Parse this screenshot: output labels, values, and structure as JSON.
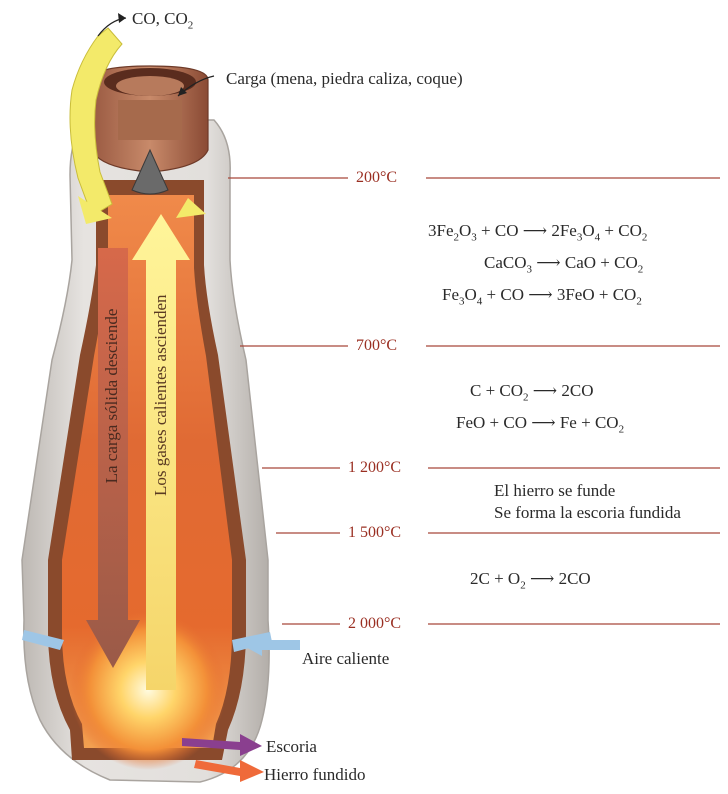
{
  "labels": {
    "gases_out": "CO, CO",
    "gases_out_sub": "2",
    "charge": "Carga (mena, piedra caliza, coque)",
    "hot_air": "Aire caliente",
    "slag": "Escoria",
    "molten_iron": "Hierro fundido",
    "solid_descends": "La carga sólida desciende",
    "gases_ascend": "Los gases calientes ascienden"
  },
  "temperatures": [
    "200°C",
    "700°C",
    "1 200°C",
    "1 500°C",
    "2 000°C"
  ],
  "zones": {
    "zone1": {
      "eq1": {
        "a": "3Fe",
        "a_sub1": "2",
        "a_mid": "O",
        "a_sub2": "3",
        "b": " + CO ⟶ 2Fe",
        "b_sub1": "3",
        "b_mid": "O",
        "b_sub2": "4",
        "c": " + CO",
        "c_sub": "2"
      },
      "eq2": {
        "a": "CaCO",
        "a_sub": "3",
        "b": " ⟶ CaO + CO",
        "b_sub": "2"
      },
      "eq3": {
        "a": "Fe",
        "a_sub1": "3",
        "a_mid": "O",
        "a_sub2": "4",
        "b": " + CO ⟶ 3FeO + CO",
        "b_sub": "2"
      }
    },
    "zone2": {
      "eq1": {
        "a": "C + CO",
        "a_sub": "2",
        "b": " ⟶ 2CO"
      },
      "eq2": {
        "a": "FeO + CO ⟶ Fe + CO",
        "a_sub": "2"
      }
    },
    "zone3": {
      "line1": "El hierro se funde",
      "line2": "Se forma la escoria fundida"
    },
    "zone4": {
      "eq1": {
        "a": "2C + O",
        "a_sub": "2",
        "b": " ⟶ 2CO"
      }
    }
  },
  "colors": {
    "temp_line": "#a8473a",
    "gas_arrow": "#f3ea6a",
    "furnace_shell": "#cfcbc6",
    "furnace_lining": "#8a4a2c",
    "interior": "#e2703a",
    "slag_arrow": "#8a3f8f",
    "iron_arrow": "#ef6a3a",
    "air_arrow": "#9ec6e6"
  }
}
